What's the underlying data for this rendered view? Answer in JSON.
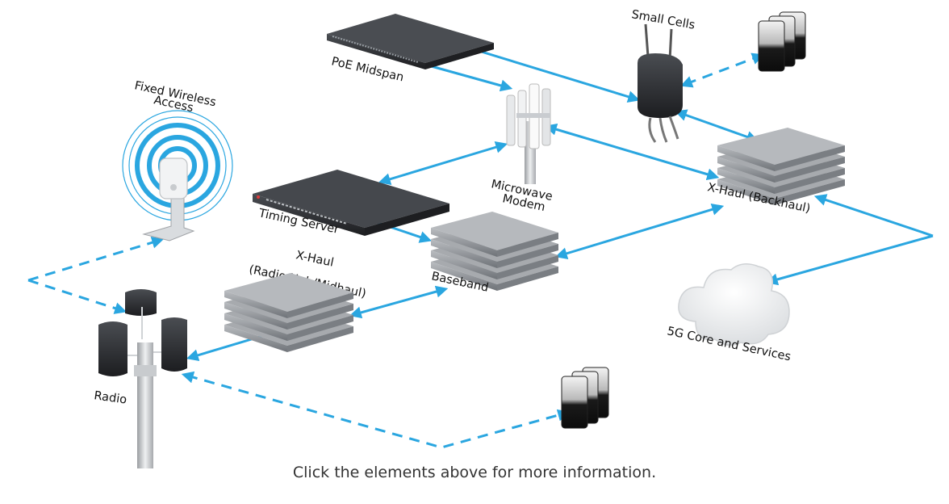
{
  "labels": {
    "fixed_wireless_line1": "Fixed Wireless",
    "fixed_wireless_line2": "Access",
    "poe_midspan": "PoE Midspan",
    "small_cells": "Small Cells",
    "microwave_line1": "Microwave",
    "microwave_line2": "Modem",
    "timing_server": "Timing Server",
    "xhaul_backhaul": "X-Haul (Backhaul)",
    "xhaul_radio_line1": "X-Haul",
    "xhaul_radio_line2": "(Radio Hub/Midhaul)",
    "baseband": "Baseband",
    "core": "5G Core and Services",
    "radio": "Radio"
  },
  "caption": "Click the elements above for more information.",
  "colors": {
    "link": "#2aa6e0",
    "device_dark": "#2b2d30",
    "device_grey": "#8e9196",
    "cloud": "#eef0f2"
  },
  "icons": [
    "poe-midspan-icon",
    "small-cells-icon",
    "phone-stack-icon",
    "fixed-wireless-icon",
    "microwave-modem-icon",
    "timing-server-icon",
    "xhaul-backhaul-icon",
    "baseband-icon",
    "xhaul-radio-hub-icon",
    "cloud-icon",
    "radio-tower-icon"
  ]
}
